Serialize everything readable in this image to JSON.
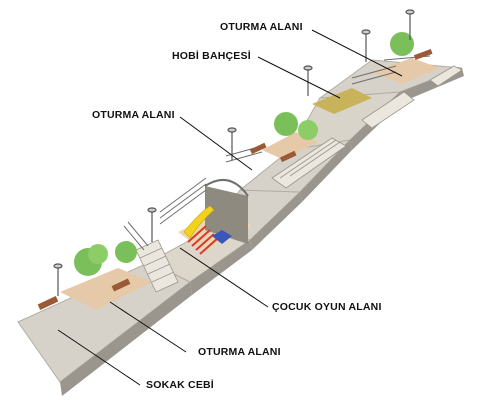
{
  "labels": {
    "oturma_alani_top": "OTURMA ALANI",
    "hobi_bahcesi": "HOBİ BAHÇESİ",
    "oturma_alani_mid": "OTURMA ALANI",
    "cocuk_oyun_alani": "ÇOCUK OYUN ALANI",
    "oturma_alani_bottom": "OTURMA ALANI",
    "sokak_cebi": "SOKAK CEBİ"
  },
  "colors": {
    "platform": "#d6d2c9",
    "platform_edge": "#b3aea3",
    "wall": "#9a968d",
    "paving": "#e6c9a8",
    "tree": "#7bbf5a",
    "bench": "#9b5a36",
    "rail": "#6f6f6f",
    "slide": "#f2d21a",
    "play_red": "#d93a2b",
    "play_blue": "#3a56b8",
    "plants": "#c8b25a"
  },
  "icons": [
    "tree-icon",
    "bench-icon",
    "lamp-icon",
    "staircase-icon",
    "railing-icon",
    "slide-icon"
  ]
}
